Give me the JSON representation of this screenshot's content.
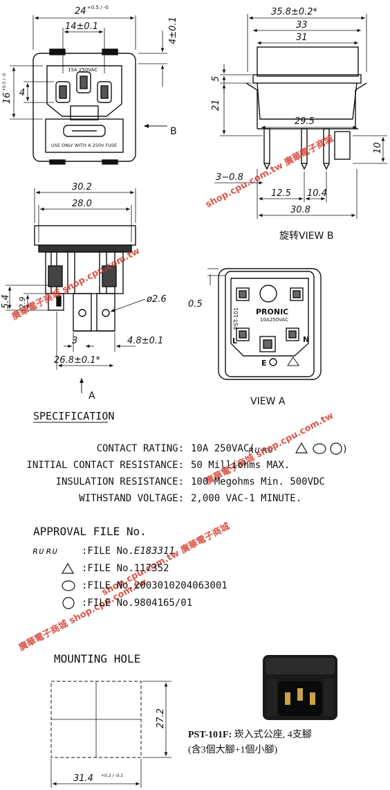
{
  "top_left_view": {
    "dim_width": "24",
    "dim_width_tol": "+0.5 / -0",
    "dim_pin_pitch": "14±0.1",
    "dim_height": "16",
    "dim_height_tol": "+0.5 / -0",
    "dim_top_offset": "4±0.1",
    "dim_small": "4",
    "label_rating": "15A 250VAC",
    "label_fuse": "USE ONLY WITH A 250V FUSE",
    "arrow_label": "B"
  },
  "top_right_view": {
    "dim_overall": "35.8±0.2*",
    "dim_33": "33",
    "dim_31": "31",
    "dim_5": "5",
    "dim_21": "21",
    "dim_29_5": "29.5",
    "dim_10": "10",
    "dim_3_0_8": "3−0.8",
    "dim_12_5": "12.5",
    "dim_10_4": "10.4",
    "dim_30_8": "30.8",
    "caption": "旋转VIEW B"
  },
  "side_view": {
    "dim_30_2": "30.2",
    "dim_28_0": "28.0",
    "dim_5_4": "5.4",
    "dim_2_9": "2.9",
    "dim_hole": "ø2.6",
    "dim_3": "3",
    "dim_4_8": "4.8±0.1",
    "dim_26_8": "26.8±0.1*",
    "arrow_label": "A"
  },
  "view_a": {
    "dim_0_5": "0.5",
    "brand": "PRONIC",
    "rating": "10A250VAC",
    "model": "PST-101",
    "pin_l": "L",
    "pin_n": "N",
    "pin_e": "E",
    "caption": "VIEW A"
  },
  "specification": {
    "heading": "SPECIFICATION",
    "rows": [
      {
        "label": "CONTACT RATING:",
        "value": "10A 250VAC("
      },
      {
        "label": "INITIAL CONTACT RESISTANCE:",
        "value": "50 Milliohms MAX."
      },
      {
        "label": "INSULATION RESISTANCE:",
        "value": "100 Megohms Min. 500VDC"
      },
      {
        "label": "WITHSTAND VOLTAGE:",
        "value": "2,000 VAC-1 MINUTE."
      }
    ]
  },
  "approval": {
    "heading": "APPROVAL FILE No.",
    "files": [
      {
        "prefix": ":FILE No.",
        "number": "E183311"
      },
      {
        "prefix": ":FILE No.",
        "number": "117352"
      },
      {
        "prefix": ":FILE No.",
        "number": "2003010204063001"
      },
      {
        "prefix": ":FILE No.",
        "number": "9804165/01"
      }
    ]
  },
  "mounting_hole": {
    "heading": "MOUNTING HOLE",
    "dim_height": "27.2",
    "dim_width": "31.4",
    "dim_width_tol": "+0.2 / -0.1"
  },
  "product": {
    "model": "PST-101F:",
    "desc_line1": "崁入式公座, 4支腳",
    "desc_line2": "(含3個大腳+1個小腳)"
  },
  "watermarks": [
    "廣華電子商城 shop.cpu.com.tw",
    "shop.cpu.com.tw 廣華電子商城",
    "廣華電子商城 shop.cpu.com.tw",
    "shop.cpu.com.tw 廣華電子商城",
    "廣華電子商城 shop.cpu.com.tw"
  ],
  "colors": {
    "ink": "#111111",
    "watermark": "#d33a2c",
    "paper": "#ffffff"
  }
}
